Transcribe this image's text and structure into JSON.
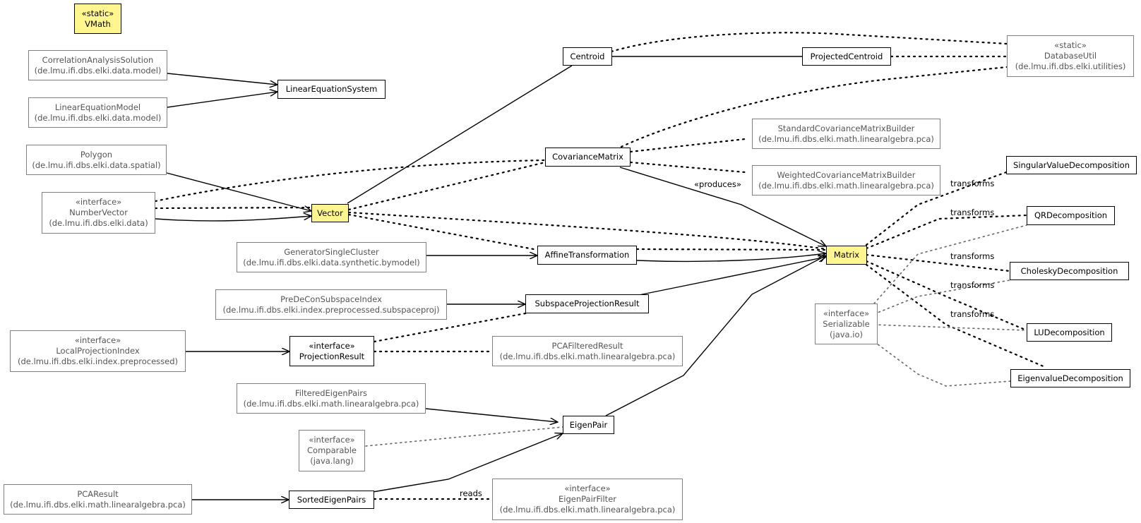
{
  "colors": {
    "highlight": "#fff68f",
    "external_border": "#808080",
    "external_text": "#555555"
  },
  "nodes": {
    "vmath": {
      "stereo": "«static»",
      "name": "VMath"
    },
    "cas": {
      "name": "CorrelationAnalysisSolution",
      "pkg": "(de.lmu.ifi.dbs.elki.data.model)"
    },
    "lem": {
      "name": "LinearEquationModel",
      "pkg": "(de.lmu.ifi.dbs.elki.data.model)"
    },
    "les": {
      "name": "LinearEquationSystem"
    },
    "polygon": {
      "name": "Polygon",
      "pkg": "(de.lmu.ifi.dbs.elki.data.spatial)"
    },
    "numbervector": {
      "stereo": "«interface»",
      "name": "NumberVector",
      "pkg": "(de.lmu.ifi.dbs.elki.data)"
    },
    "vector": {
      "name": "Vector"
    },
    "centroid": {
      "name": "Centroid"
    },
    "projcentroid": {
      "name": "ProjectedCentroid"
    },
    "dbutil": {
      "stereo": "«static»",
      "name": "DatabaseUtil",
      "pkg": "(de.lmu.ifi.dbs.elki.utilities)"
    },
    "covmatrix": {
      "name": "CovarianceMatrix"
    },
    "scmb": {
      "name": "StandardCovarianceMatrixBuilder",
      "pkg": "(de.lmu.ifi.dbs.elki.math.linearalgebra.pca)"
    },
    "wcmb": {
      "name": "WeightedCovarianceMatrixBuilder",
      "pkg": "(de.lmu.ifi.dbs.elki.math.linearalgebra.pca)"
    },
    "gsc": {
      "name": "GeneratorSingleCluster",
      "pkg": "(de.lmu.ifi.dbs.elki.data.synthetic.bymodel)"
    },
    "affine": {
      "name": "AffineTransformation"
    },
    "matrix": {
      "name": "Matrix"
    },
    "predecon": {
      "name": "PreDeConSubspaceIndex",
      "pkg": "(de.lmu.ifi.dbs.elki.index.preprocessed.subspaceproj)"
    },
    "spr": {
      "name": "SubspaceProjectionResult"
    },
    "lpi": {
      "stereo": "«interface»",
      "name": "LocalProjectionIndex",
      "pkg": "(de.lmu.ifi.dbs.elki.index.preprocessed)"
    },
    "projresult": {
      "stereo": "«interface»",
      "name": "ProjectionResult"
    },
    "pcafr": {
      "name": "PCAFilteredResult",
      "pkg": "(de.lmu.ifi.dbs.elki.math.linearalgebra.pca)"
    },
    "fep": {
      "name": "FilteredEigenPairs",
      "pkg": "(de.lmu.ifi.dbs.elki.math.linearalgebra.pca)"
    },
    "eigenpair": {
      "name": "EigenPair"
    },
    "comparable": {
      "stereo": "«interface»",
      "name": "Comparable",
      "pkg": "(java.lang)"
    },
    "pcaresult": {
      "name": "PCAResult",
      "pkg": "(de.lmu.ifi.dbs.elki.math.linearalgebra.pca)"
    },
    "sep": {
      "name": "SortedEigenPairs"
    },
    "epf": {
      "stereo": "«interface»",
      "name": "EigenPairFilter",
      "pkg": "(de.lmu.ifi.dbs.elki.math.linearalgebra.pca)"
    },
    "serializable": {
      "stereo": "«interface»",
      "name": "Serializable",
      "pkg": "(java.io)"
    },
    "svd": {
      "name": "SingularValueDecomposition"
    },
    "qr": {
      "name": "QRDecomposition"
    },
    "cholesky": {
      "name": "CholeskyDecomposition"
    },
    "lu": {
      "name": "LUDecomposition"
    },
    "evd": {
      "name": "EigenvalueDecomposition"
    }
  },
  "edge_labels": {
    "produces": "«produces»",
    "transforms": "transforms",
    "reads": "reads"
  }
}
